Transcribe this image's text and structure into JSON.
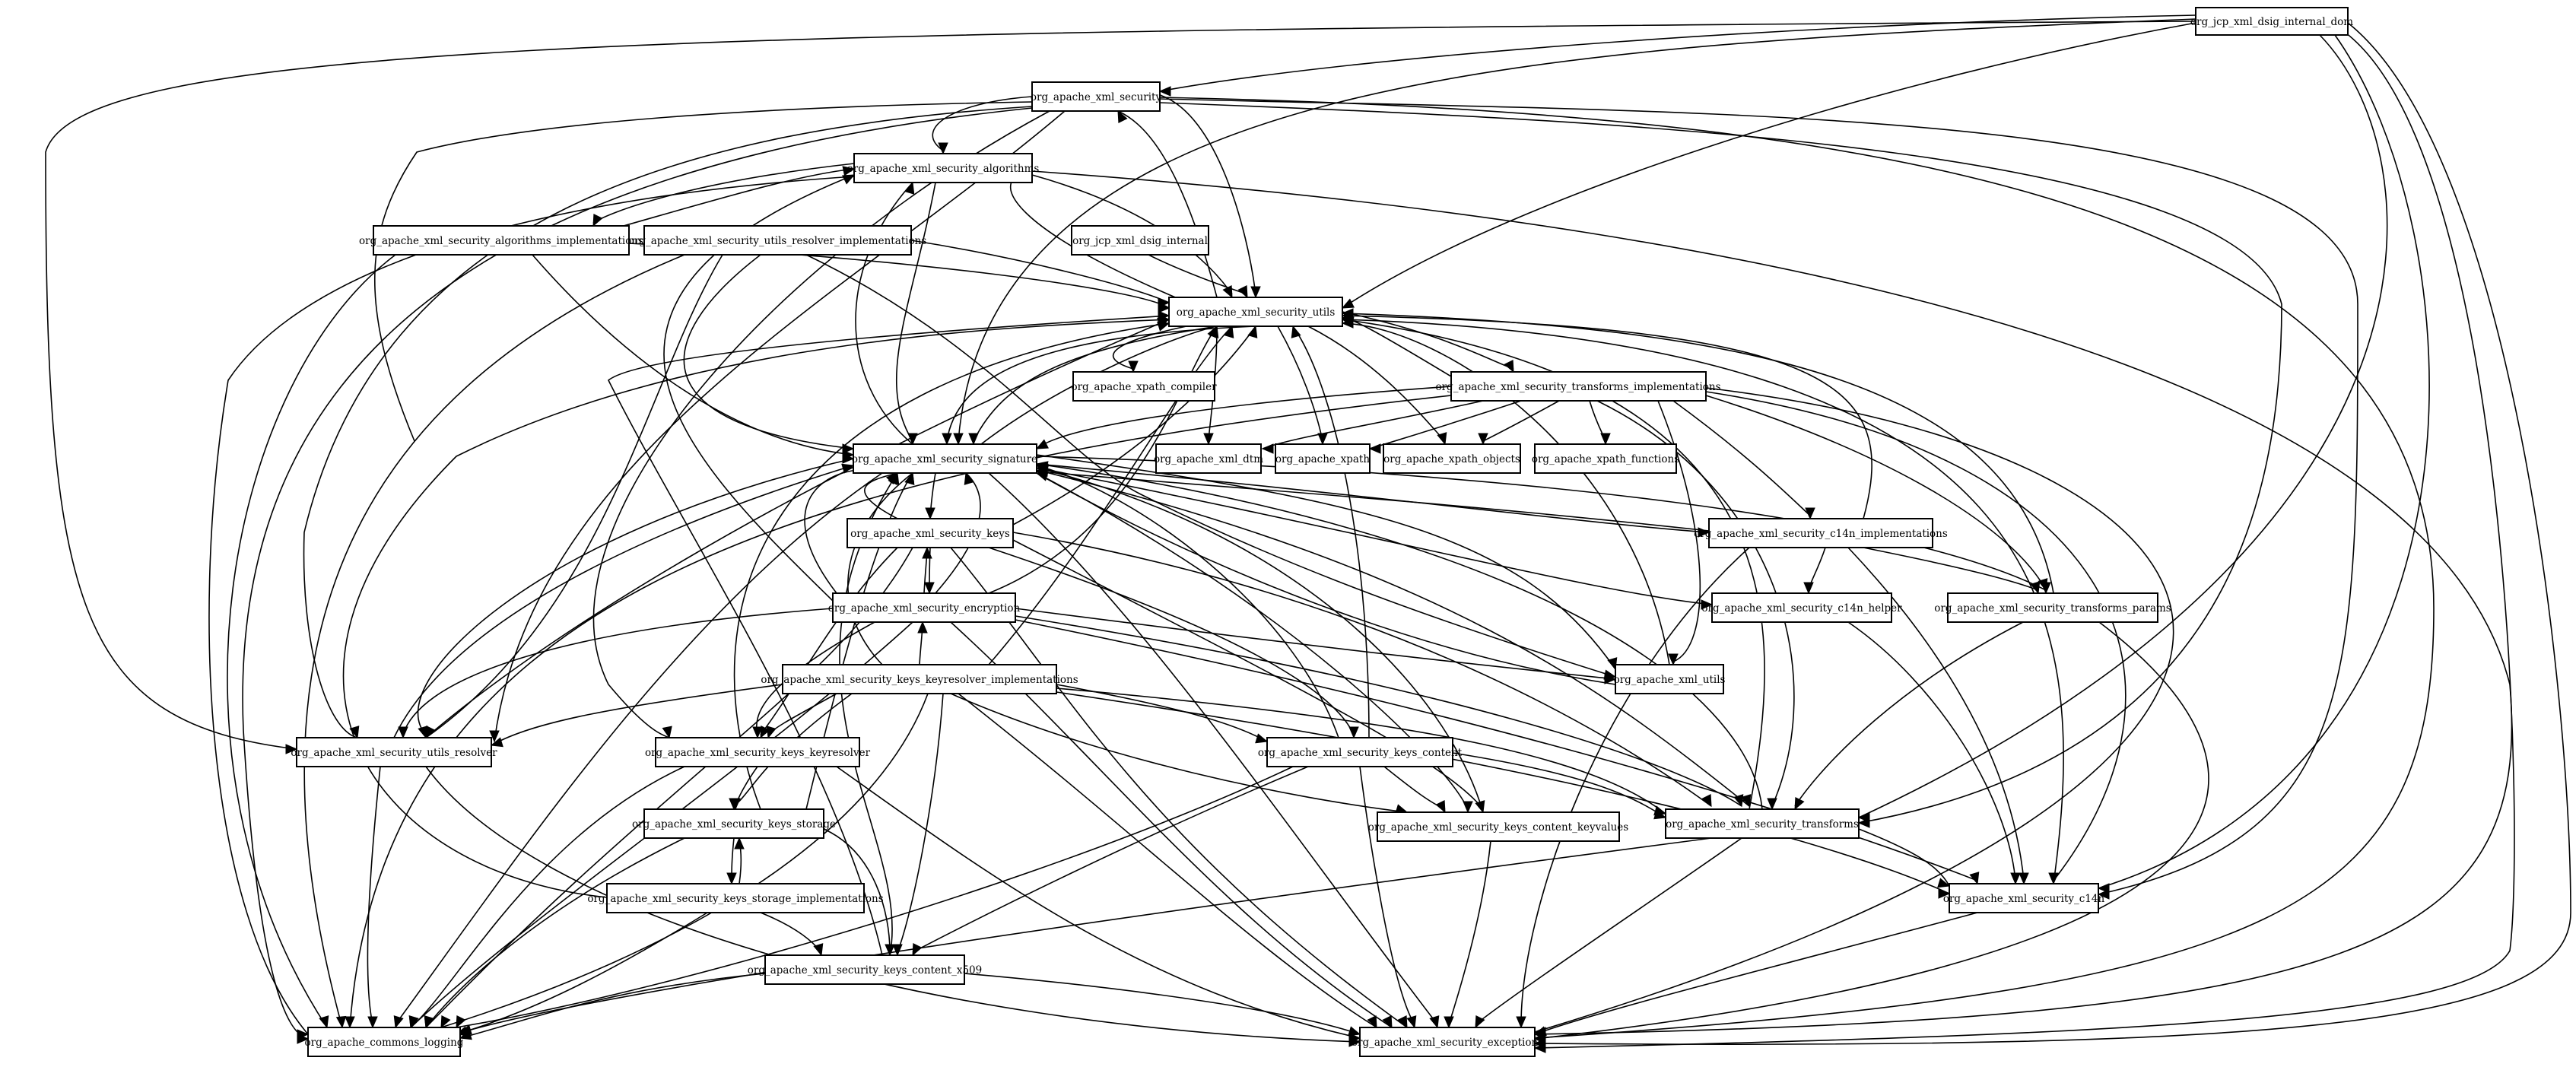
{
  "graph": {
    "nodes": [
      {
        "id": "dsig_internal_dom",
        "label": "org_jcp_xml_dsig_internal_dom"
      },
      {
        "id": "xml_security",
        "label": "org_apache_xml_security"
      },
      {
        "id": "algorithms",
        "label": "org_apache_xml_security_algorithms"
      },
      {
        "id": "algorithms_impl",
        "label": "org_apache_xml_security_algorithms_implementations"
      },
      {
        "id": "utils_resolver_impl",
        "label": "org_apache_xml_security_utils_resolver_implementations"
      },
      {
        "id": "dsig_internal",
        "label": "org_jcp_xml_dsig_internal"
      },
      {
        "id": "utils",
        "label": "org_apache_xml_security_utils"
      },
      {
        "id": "xpath_compiler",
        "label": "org_apache_xpath_compiler"
      },
      {
        "id": "transforms_impl",
        "label": "org_apache_xml_security_transforms_implementations"
      },
      {
        "id": "signature",
        "label": "org_apache_xml_security_signature"
      },
      {
        "id": "xml_dtm",
        "label": "org_apache_xml_dtm"
      },
      {
        "id": "xpath",
        "label": "org_apache_xpath"
      },
      {
        "id": "xpath_objects",
        "label": "org_apache_xpath_objects"
      },
      {
        "id": "xpath_functions",
        "label": "org_apache_xpath_functions"
      },
      {
        "id": "keys",
        "label": "org_apache_xml_security_keys"
      },
      {
        "id": "c14n_impl",
        "label": "org_apache_xml_security_c14n_implementations"
      },
      {
        "id": "encryption",
        "label": "org_apache_xml_security_encryption"
      },
      {
        "id": "c14n_helper",
        "label": "org_apache_xml_security_c14n_helper"
      },
      {
        "id": "transforms_params",
        "label": "org_apache_xml_security_transforms_params"
      },
      {
        "id": "keyresolver_impl",
        "label": "org_apache_xml_security_keys_keyresolver_implementations"
      },
      {
        "id": "xml_utils",
        "label": "org_apache_xml_utils"
      },
      {
        "id": "utils_resolver",
        "label": "org_apache_xml_security_utils_resolver"
      },
      {
        "id": "keys_keyresolver",
        "label": "org_apache_xml_security_keys_keyresolver"
      },
      {
        "id": "keys_content",
        "label": "org_apache_xml_security_keys_content"
      },
      {
        "id": "keys_storage",
        "label": "org_apache_xml_security_keys_storage"
      },
      {
        "id": "content_keyvalues",
        "label": "org_apache_xml_security_keys_content_keyvalues"
      },
      {
        "id": "transforms",
        "label": "org_apache_xml_security_transforms"
      },
      {
        "id": "storage_impl",
        "label": "org_apache_xml_security_keys_storage_implementations"
      },
      {
        "id": "c14n",
        "label": "org_apache_xml_security_c14n"
      },
      {
        "id": "content_x509",
        "label": "org_apache_xml_security_keys_content_x509"
      },
      {
        "id": "commons_logging",
        "label": "org_apache_commons_logging"
      },
      {
        "id": "exceptions",
        "label": "org_apache_xml_security_exceptions"
      }
    ]
  }
}
